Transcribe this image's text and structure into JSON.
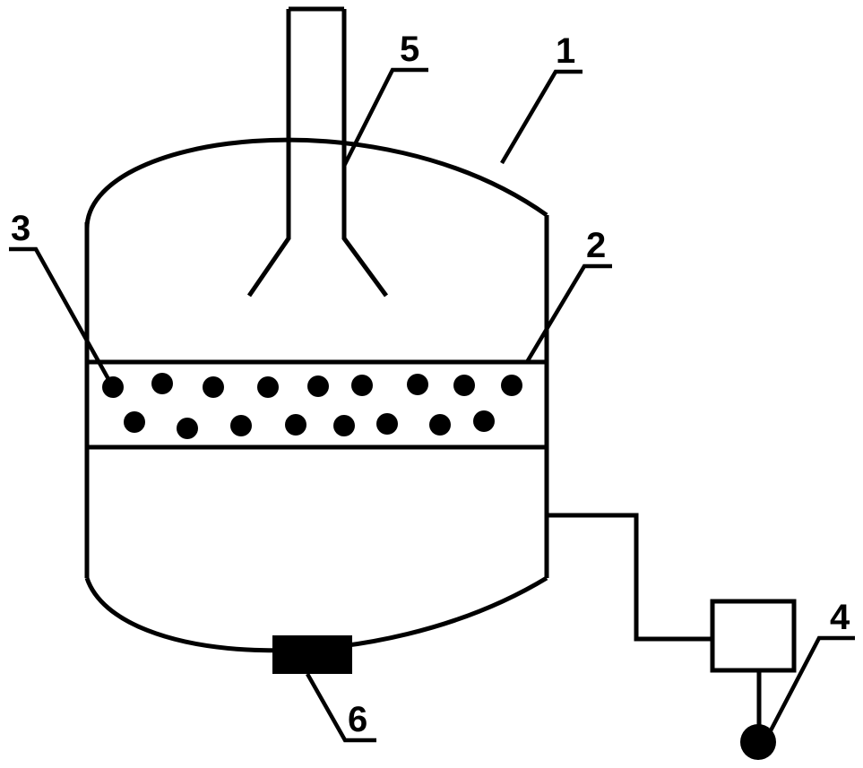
{
  "diagram": {
    "labels": [
      {
        "id": "1",
        "text": "1"
      },
      {
        "id": "2",
        "text": "2"
      },
      {
        "id": "3",
        "text": "3"
      },
      {
        "id": "4",
        "text": "4"
      },
      {
        "id": "5",
        "text": "5"
      },
      {
        "id": "6",
        "text": "6"
      }
    ],
    "particle_count": 17,
    "colors": {
      "stroke": "#000000",
      "background": "#ffffff"
    }
  }
}
